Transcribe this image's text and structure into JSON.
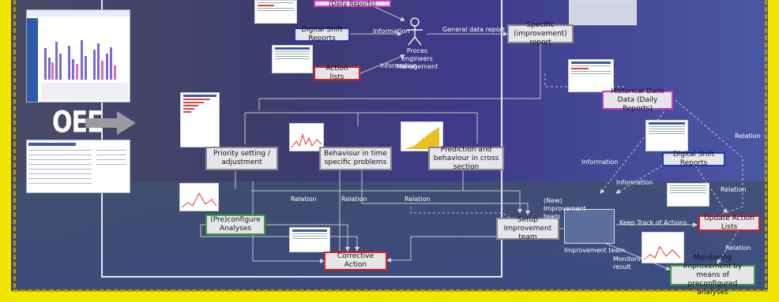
{
  "oee_label": "OEE",
  "boxes": {
    "daily_reports_top": "(Daily Reports)",
    "digital_shift_reports": "Digital Shift Reports",
    "action_lists": "Action lists",
    "specific_report": "Specific (improvement) report",
    "historical_daily": "Historical Daile Data (Daily Reports)",
    "digital_shift_reports_right": "Digital Shift Reports",
    "priority": "Priority setting / adjustment",
    "behaviour": "Behaviour in time specific problems",
    "prediction": "Prediction and behaviour in cross section",
    "preconfigure": "(Pre)configure Analyses",
    "corrective": "Corrective Action",
    "setup_team": "Setup Improvement team",
    "update_actions": "Update Action Lists",
    "monitoring": "Monitoring Improvement by means of preconfigured analyses"
  },
  "labels": {
    "information_1": "Information",
    "general_report": "General data report",
    "actor": "Proces engineers Management",
    "information_2": "Information",
    "relation_left": "Relation",
    "relation_mid": "Relation",
    "relation_right": "Relation",
    "new_team": "(New) Improvement team",
    "keep_track": "Keep Track of Actions",
    "improvement_team": "Improvement team",
    "monitoring_result": "Monitoring result",
    "information_r1": "Information",
    "information_r2": "Information",
    "relation_r1": "Relation",
    "relation_r2": "Relation",
    "relation_r3": "Relation"
  },
  "colors": {
    "frame": "#f2e500",
    "box_fill": "#e6e6ea",
    "blue": "#2236b4",
    "red": "#d82020",
    "magenta": "#c83cc8",
    "green": "#3ca03c"
  }
}
